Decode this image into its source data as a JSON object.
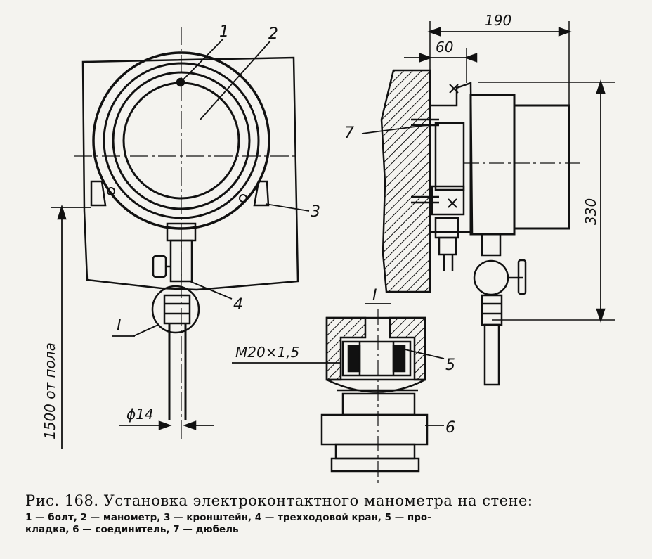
{
  "labels": {
    "bolt": "1",
    "gauge": "2",
    "bracket": "3",
    "valve": "4",
    "gasket": "5",
    "connector": "6",
    "dowel": "7",
    "detail_ref": "I",
    "detail_title": "I"
  },
  "dimensions": {
    "depth": "190",
    "offset": "60",
    "height": "330",
    "floor_height": "1500 от пола",
    "pipe_diameter": "ϕ14",
    "thread": "M20×1,5"
  },
  "caption": {
    "title": "Рис. 168. Установка электроконтактного манометра на стене:",
    "legend_line1": "1 — болт, 2 — манометр, 3 — кронштейн, 4 — трехходовой кран, 5 — про-",
    "legend_line2": "кладка, 6 — соединитель, 7 — дюбель"
  }
}
